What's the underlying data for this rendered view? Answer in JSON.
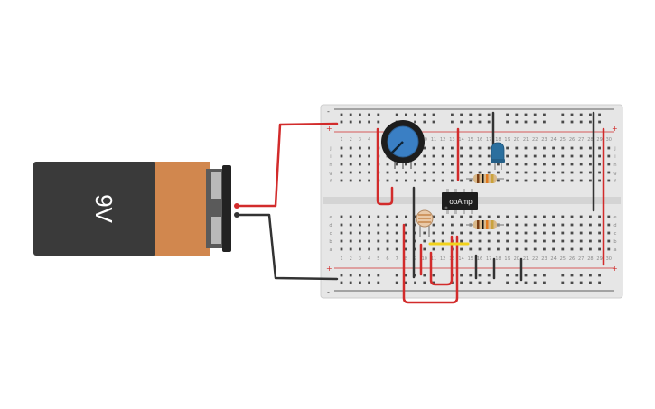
{
  "battery": {
    "label": "9V",
    "voltage_value": "9V"
  },
  "opamp": {
    "label": "opAmp"
  },
  "breadboard": {
    "column_numbers": [
      "1",
      "2",
      "3",
      "4",
      "5",
      "6",
      "7",
      "8",
      "9",
      "10",
      "11",
      "12",
      "13",
      "14",
      "15",
      "16",
      "17",
      "18",
      "19",
      "20",
      "21",
      "22",
      "23",
      "24",
      "25",
      "26",
      "27",
      "28",
      "29",
      "30"
    ],
    "row_letters_top": [
      "j",
      "i",
      "h",
      "g",
      "f"
    ],
    "row_letters_bottom": [
      "e",
      "d",
      "c",
      "b",
      "a"
    ],
    "rail_plus": "+",
    "rail_minus": "-"
  },
  "colors": {
    "wire_red": "#d22b2b",
    "wire_black": "#333333",
    "wire_yellow": "#f2d21b",
    "battery_body": "#3a3a3a",
    "battery_label_band": "#d1874e",
    "potentiometer": "#3a7fc4",
    "led": "#2b6f9e",
    "breadboard": "#e6e6e6"
  },
  "components": [
    "9V battery",
    "breadboard",
    "potentiometer",
    "photoresistor",
    "opAmp",
    "LED",
    "resistor",
    "resistor"
  ]
}
